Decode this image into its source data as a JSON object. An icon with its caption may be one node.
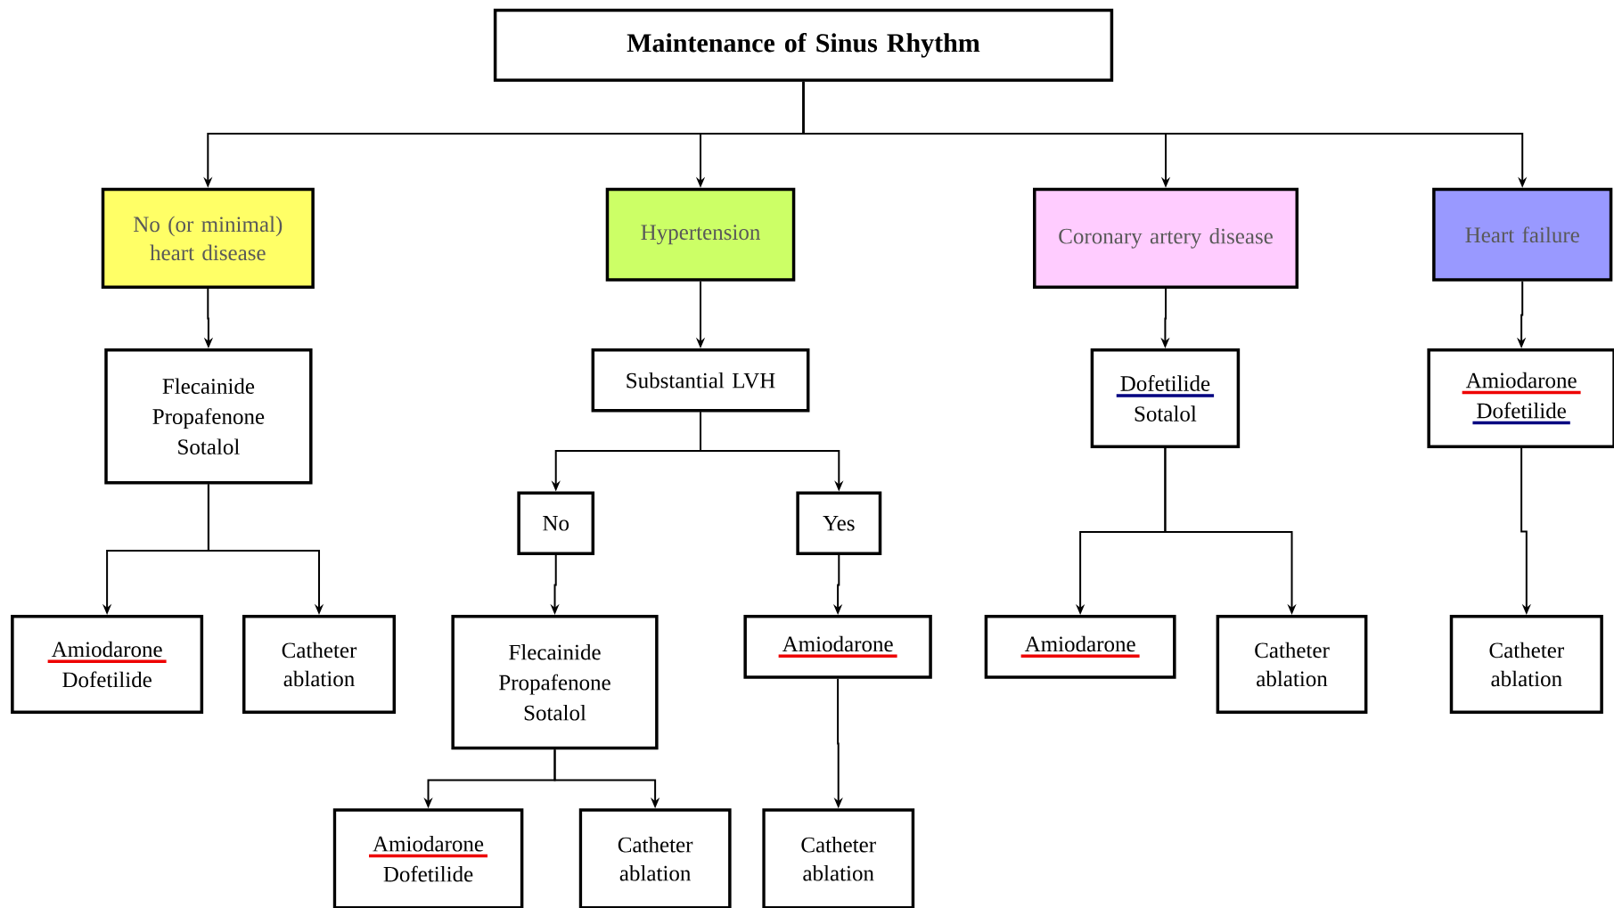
{
  "diagram": {
    "nodes": [
      {
        "text": [
          "Maintenance of Sinus Rhythm"
        ]
      },
      {
        "text": [
          "No (or minimal) heart disease"
        ]
      },
      {
        "text": [
          "Hypertension"
        ]
      },
      {
        "text": [
          "Coronary artery disease"
        ]
      },
      {
        "text": [
          "Heart failure"
        ]
      },
      {
        "text": [
          "Flecainide",
          "Propafenone",
          "Sotalol"
        ]
      },
      {
        "text": [
          "Substantial LVH"
        ]
      },
      {
        "text": [
          "Dofetilide",
          "Sotalol"
        ]
      },
      {
        "text": [
          "Amiodarone",
          "Dofetilide"
        ]
      },
      {
        "text": [
          "Amiodarone",
          "Dofetilide"
        ]
      },
      {
        "text": [
          "Catheter ablation"
        ]
      },
      {
        "text": [
          "No"
        ]
      },
      {
        "text": [
          "Yes"
        ]
      },
      {
        "text": [
          "Flecainide",
          "Propafenone",
          "Sotalol"
        ]
      },
      {
        "text": [
          "Amiodarone"
        ]
      },
      {
        "text": [
          "Amiodarone"
        ]
      },
      {
        "text": [
          "Catheter ablation"
        ]
      },
      {
        "text": [
          "Catheter ablation"
        ]
      },
      {
        "text": [
          "Amiodarone",
          "Dofetilide"
        ]
      },
      {
        "text": [
          "Catheter ablation"
        ]
      },
      {
        "text": [
          "Catheter ablation"
        ]
      }
    ],
    "edges": [
      {
        "from": 0,
        "to": 1,
        "arrow": "to"
      },
      {
        "from": 0,
        "to": 2,
        "arrow": "to"
      },
      {
        "from": 0,
        "to": 3,
        "arrow": "to"
      },
      {
        "from": 0,
        "to": 4,
        "arrow": "to"
      },
      {
        "from": 1,
        "to": 5,
        "arrow": "to"
      },
      {
        "from": 2,
        "to": 6,
        "arrow": "to"
      },
      {
        "from": 3,
        "to": 7,
        "arrow": "to"
      },
      {
        "from": 4,
        "to": 8,
        "arrow": "to"
      },
      {
        "from": 5,
        "to": 9,
        "arrow": "to"
      },
      {
        "from": 5,
        "to": 10,
        "arrow": "to"
      },
      {
        "from": 6,
        "to": 11,
        "arrow": "to"
      },
      {
        "from": 6,
        "to": 12,
        "arrow": "to"
      },
      {
        "from": 7,
        "to": 15,
        "arrow": "to"
      },
      {
        "from": 7,
        "to": 16,
        "arrow": "to"
      },
      {
        "from": 8,
        "to": 17,
        "arrow": "to"
      },
      {
        "from": 11,
        "to": 13,
        "arrow": "to"
      },
      {
        "from": 12,
        "to": 14,
        "arrow": "to"
      },
      {
        "from": 13,
        "to": 18,
        "arrow": "to"
      },
      {
        "from": 13,
        "to": 19,
        "arrow": "to"
      },
      {
        "from": 14,
        "to": 20,
        "arrow": "to"
      }
    ]
  }
}
